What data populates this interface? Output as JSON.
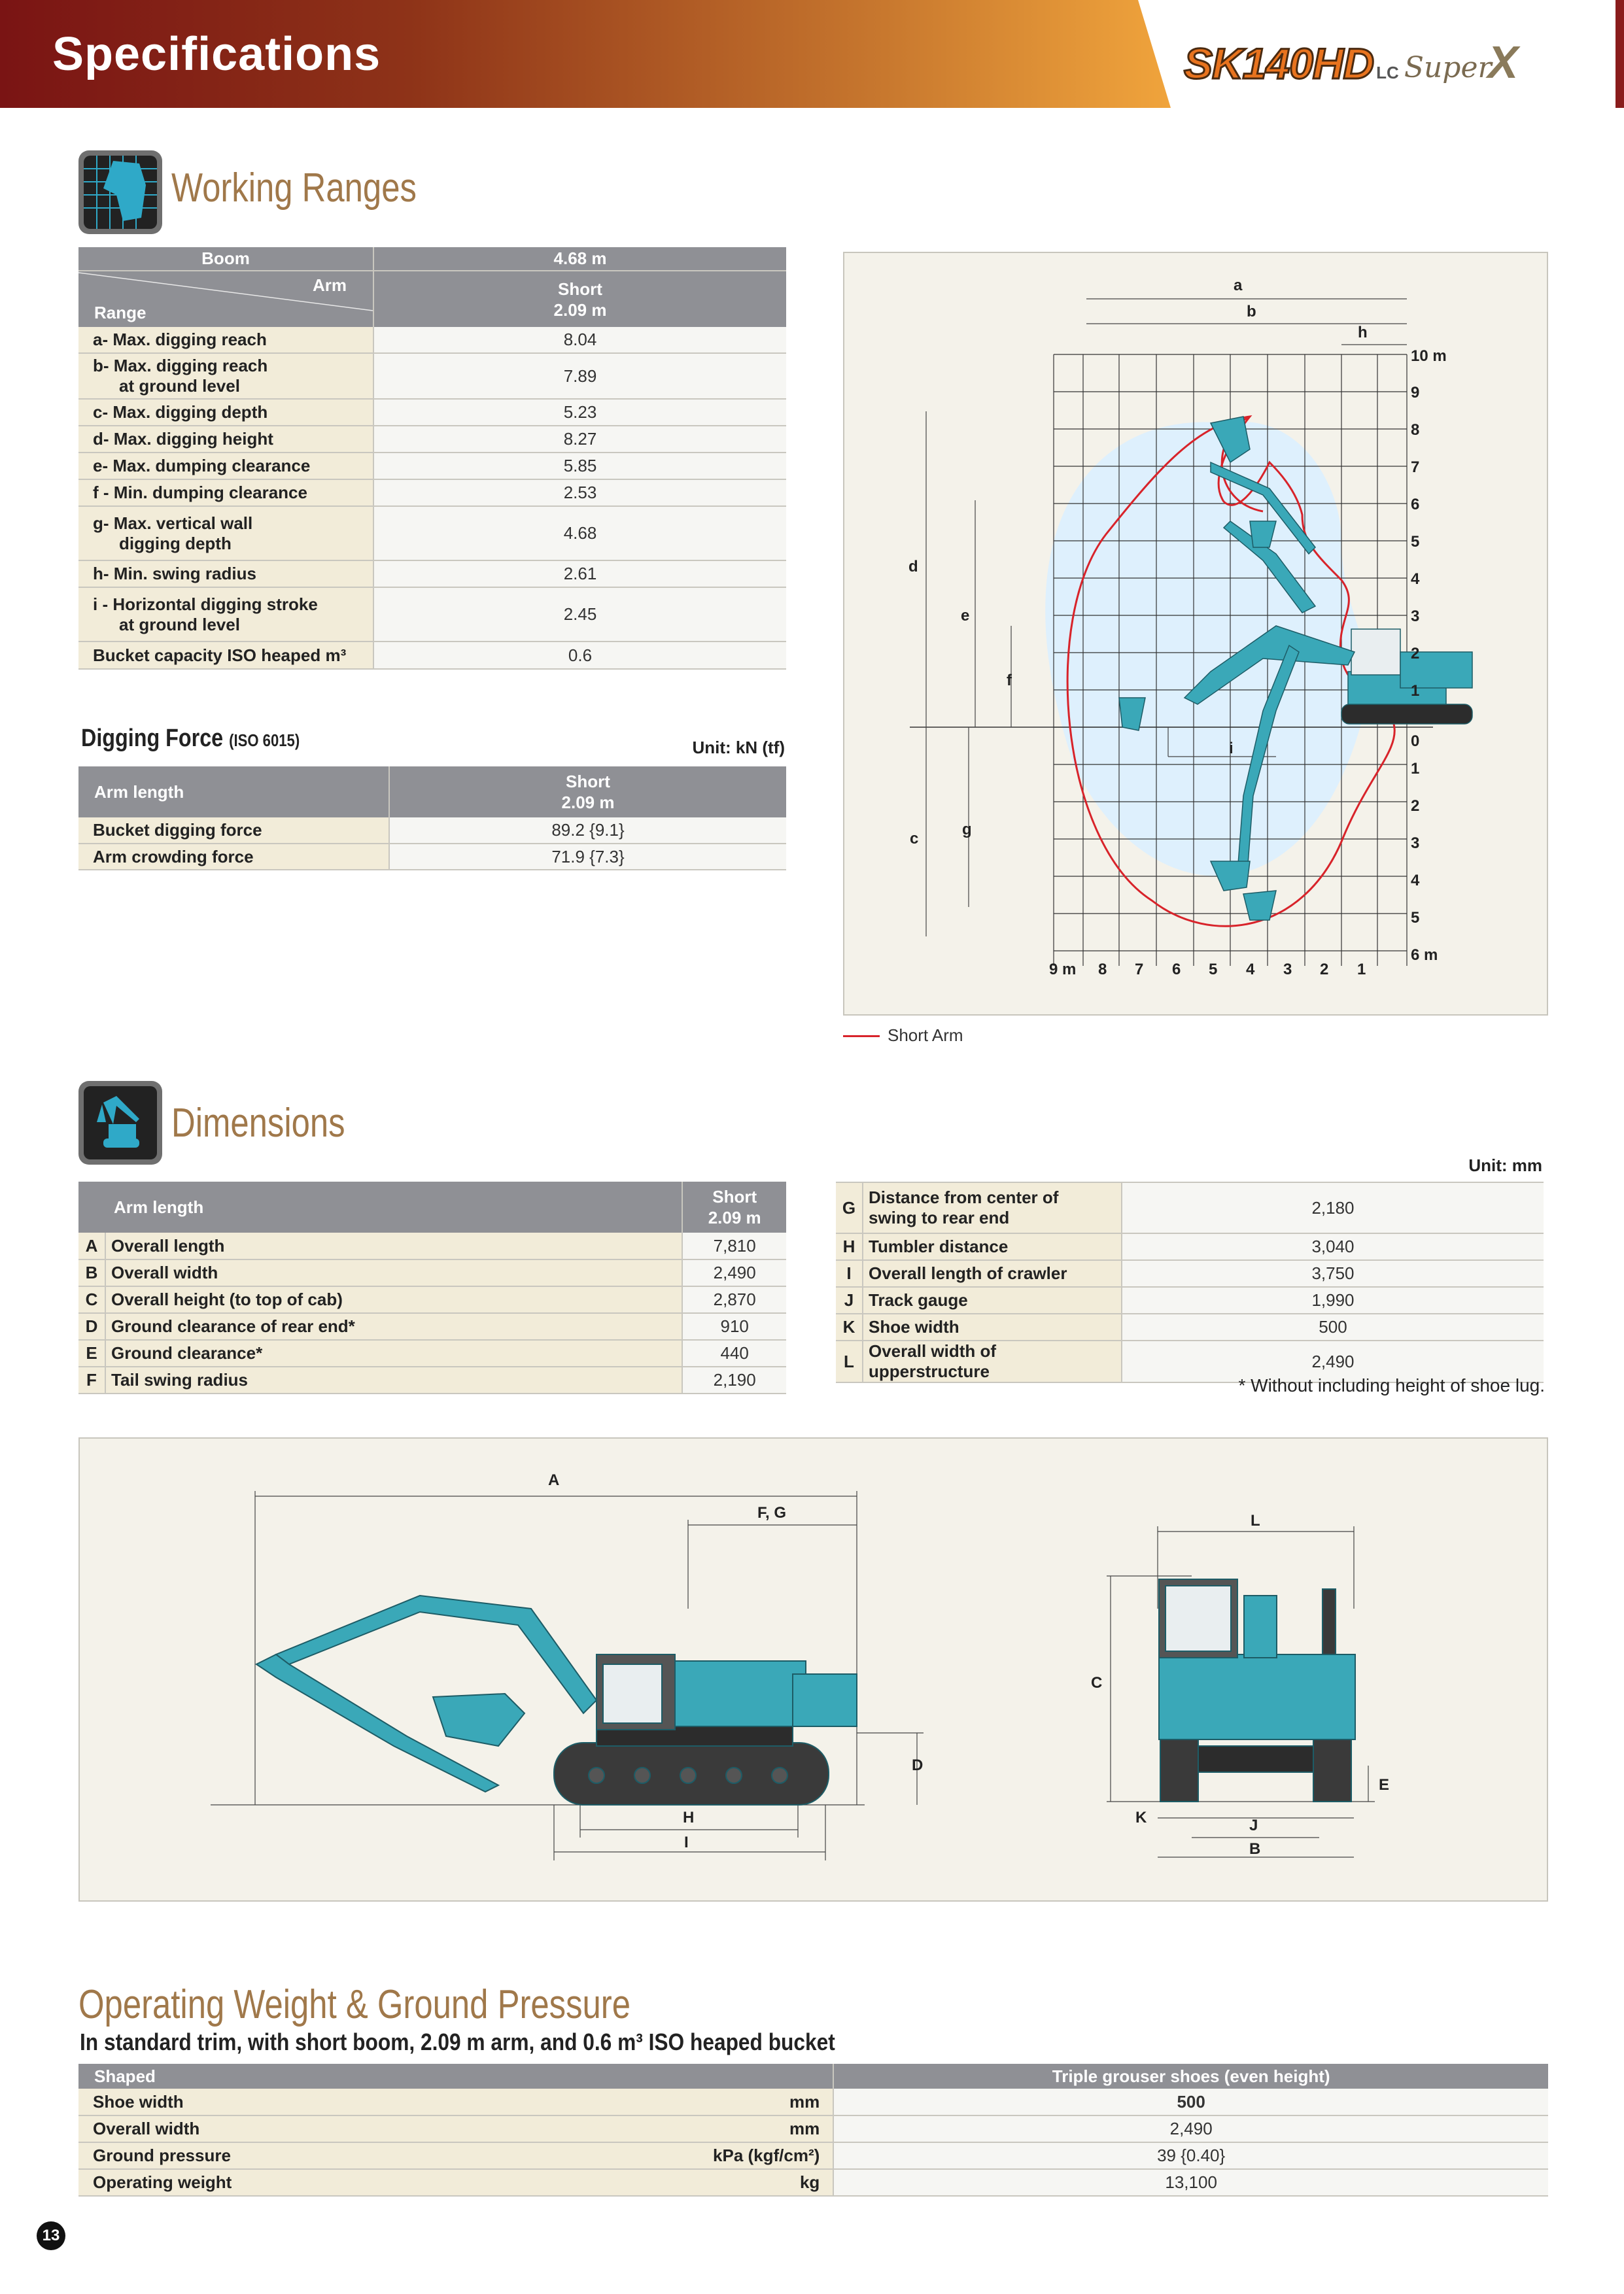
{
  "header": {
    "title": "Specifications",
    "model": {
      "main": "SK140HD",
      "suffix": "LC",
      "series": "Super",
      "series_mark": "X"
    }
  },
  "working_ranges": {
    "title": "Working Ranges",
    "table": {
      "boom_label": "Boom",
      "boom_value": "4.68 m",
      "arm_label": "Arm",
      "range_label": "Range",
      "arm_value_1": "Short",
      "arm_value_2": "2.09 m",
      "rows": [
        {
          "key": "a-",
          "line1": "Max. digging reach",
          "line2": "",
          "value": "8.04"
        },
        {
          "key": "b-",
          "line1": "Max. digging reach",
          "line2": "at ground level",
          "value": "7.89"
        },
        {
          "key": "c-",
          "line1": "Max. digging depth",
          "line2": "",
          "value": "5.23"
        },
        {
          "key": "d-",
          "line1": "Max. digging height",
          "line2": "",
          "value": "8.27"
        },
        {
          "key": "e-",
          "line1": "Max. dumping clearance",
          "line2": "",
          "value": "5.85"
        },
        {
          "key": "f -",
          "line1": "Min. dumping clearance",
          "line2": "",
          "value": "2.53"
        },
        {
          "key": "g-",
          "line1": "Max. vertical wall",
          "line2": "digging depth",
          "value": "4.68"
        },
        {
          "key": "h-",
          "line1": "Min. swing radius",
          "line2": "",
          "value": "2.61"
        },
        {
          "key": "i -",
          "line1": "Horizontal digging stroke",
          "line2": "at ground level",
          "value": "2.45"
        },
        {
          "key": "",
          "line1": "Bucket capacity  ISO heaped m³",
          "line2": "",
          "value": "0.6"
        }
      ]
    },
    "chart": {
      "top_labels": [
        "a",
        "b",
        "h"
      ],
      "side_labels": [
        "d",
        "e",
        "f",
        "c",
        "g",
        "i"
      ],
      "y_up_ticks": [
        "10 m",
        "9",
        "8",
        "7",
        "6",
        "5",
        "4",
        "3",
        "2",
        "1",
        "0"
      ],
      "y_down_ticks": [
        "1",
        "2",
        "3",
        "4",
        "5",
        "6 m"
      ],
      "x_ticks": [
        "9 m",
        "8",
        "7",
        "6",
        "5",
        "4",
        "3",
        "2",
        "1"
      ],
      "legend": "Short Arm",
      "legend_color": "#d8232a"
    }
  },
  "digging_force": {
    "title": "Digging Force",
    "standard": "(ISO 6015)",
    "unit": "Unit: kN (tf)",
    "arm_length_label": "Arm length",
    "col_1": "Short",
    "col_2": "2.09 m",
    "rows": [
      {
        "label": "Bucket digging force",
        "value": "89.2 {9.1}"
      },
      {
        "label": "Arm crowding force",
        "value": "71.9 {7.3}"
      }
    ]
  },
  "dimensions": {
    "title": "Dimensions",
    "unit": "Unit: mm",
    "arm_length_label": "Arm length",
    "col_1": "Short",
    "col_2": "2.09 m",
    "left_rows": [
      {
        "key": "A",
        "label": "Overall length",
        "value": "7,810"
      },
      {
        "key": "B",
        "label": "Overall width",
        "value": "2,490"
      },
      {
        "key": "C",
        "label": "Overall height (to top of cab)",
        "value": "2,870"
      },
      {
        "key": "D",
        "label": "Ground clearance of rear end*",
        "value": "910"
      },
      {
        "key": "E",
        "label": "Ground clearance*",
        "value": "440"
      },
      {
        "key": "F",
        "label": "Tail swing radius",
        "value": "2,190"
      }
    ],
    "right_rows": [
      {
        "key": "G",
        "line1": "Distance from center of",
        "line2": "swing to rear end",
        "value": "2,180"
      },
      {
        "key": "H",
        "line1": "Tumbler distance",
        "line2": "",
        "value": "3,040"
      },
      {
        "key": "I",
        "line1": "Overall length of crawler",
        "line2": "",
        "value": "3,750"
      },
      {
        "key": "J",
        "line1": "Track gauge",
        "line2": "",
        "value": "1,990"
      },
      {
        "key": "K",
        "line1": "Shoe width",
        "line2": "",
        "value": "500"
      },
      {
        "key": "L",
        "line1": "Overall width of upperstructure",
        "line2": "",
        "value": "2,490"
      }
    ],
    "footnote": "* Without including height of shoe lug.",
    "drawing_labels": {
      "A": "A",
      "FG": "F, G",
      "D": "D",
      "H": "H",
      "I": "I",
      "L": "L",
      "C": "C",
      "E": "E",
      "K": "K",
      "J": "J",
      "B": "B"
    }
  },
  "operating_weight": {
    "title": "Operating Weight & Ground Pressure",
    "subtitle": "In standard trim, with short boom, 2.09 m arm, and 0.6 m³ ISO heaped bucket",
    "header_left": "Shaped",
    "header_right": "Triple grouser shoes (even height)",
    "rows": [
      {
        "label": "Shoe width",
        "unit": "mm",
        "value": "500"
      },
      {
        "label": "Overall width",
        "unit": "mm",
        "value": "2,490"
      },
      {
        "label": "Ground pressure",
        "unit": "kPa (kgf/cm²)",
        "value": "39 {0.40}"
      },
      {
        "label": "Operating weight",
        "unit": "kg",
        "value": "13,100"
      }
    ]
  },
  "page_number": "13",
  "colors": {
    "accent_brown": "#a0784a",
    "machine_teal": "#3aa8b8",
    "curve_red": "#d8232a",
    "header_dark": "#7a1414",
    "header_orange": "#f0a43c"
  }
}
